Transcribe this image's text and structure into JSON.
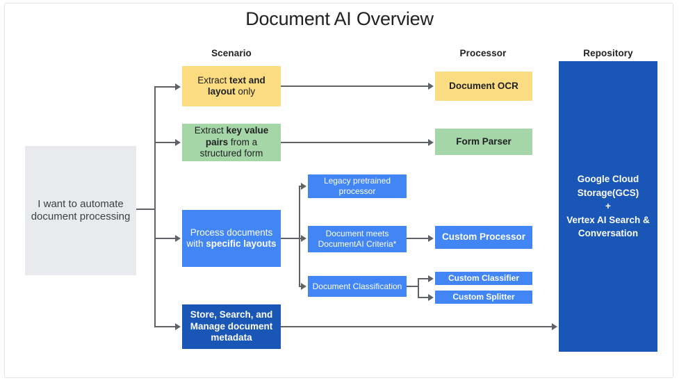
{
  "page": {
    "title": "Document AI Overview"
  },
  "columns": {
    "scenario": "Scenario",
    "processor": "Processor",
    "repository": "Repository"
  },
  "intent": {
    "label": "I want to automate document processing"
  },
  "scenarios": [
    {
      "name": "extract-text-layout",
      "text_html": "Extract <b>text and layout</b> only",
      "color": "#fbdc80"
    },
    {
      "name": "extract-key-value",
      "text_html": "Extract <b>key value pairs</b> from a structured form",
      "color": "#a5d6a7"
    },
    {
      "name": "process-specific-layouts",
      "text_html": "Process documents with <b>specific layouts</b>",
      "color": "#4285f4"
    },
    {
      "name": "store-search-manage",
      "text_html": "<b>Store, Search, and Manage</b> document <b>metadata</b>",
      "color": "#1a56b5"
    }
  ],
  "decisions": [
    {
      "name": "legacy-pretrained-processor",
      "label": "Legacy pretrained processor"
    },
    {
      "name": "document-meets-criteria",
      "label": "Document meets DocumentAI Criteria*"
    },
    {
      "name": "document-classification",
      "label": "Document Classification"
    }
  ],
  "processors": [
    {
      "name": "document-ocr",
      "label": "Document OCR",
      "color": "#fbdc80"
    },
    {
      "name": "form-parser",
      "label": "Form Parser",
      "color": "#a5d6a7"
    },
    {
      "name": "custom-processor",
      "label": "Custom Processor",
      "color": "#4285f4"
    },
    {
      "name": "custom-classifier",
      "label": "Custom Classifier",
      "color": "#4285f4"
    },
    {
      "name": "custom-splitter",
      "label": "Custom Splitter",
      "color": "#4285f4"
    }
  ],
  "repository": {
    "line1": "Google Cloud",
    "line2": "Storage(GCS)",
    "plus": "+",
    "line3": "Vertex AI Search &",
    "line4": "Conversation"
  },
  "colors": {
    "yellow": "#fbdc80",
    "green": "#a5d6a7",
    "blue": "#4285f4",
    "dark_blue": "#1a56b5",
    "gray": "#e8eaed",
    "connector": "#5f6368",
    "text": "#202124"
  }
}
